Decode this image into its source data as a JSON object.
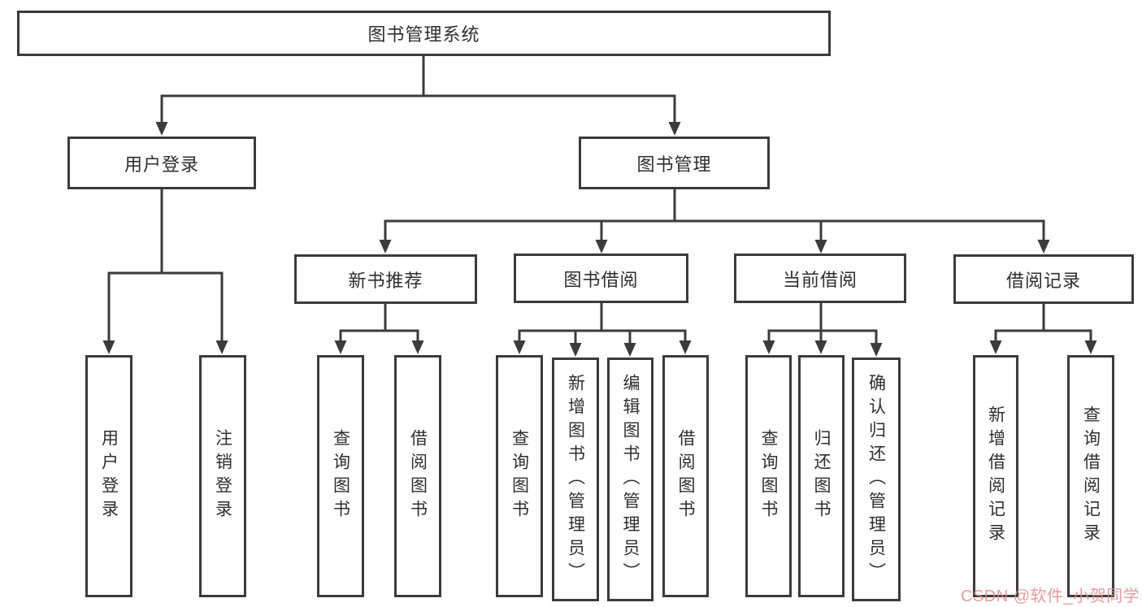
{
  "diagram": {
    "root": {
      "label": "图书管理系统"
    },
    "user_login": {
      "label": "用户登录",
      "children": [
        {
          "label": "用户登录"
        },
        {
          "label": "注销登录"
        }
      ]
    },
    "book_mgmt": {
      "label": "图书管理",
      "groups": [
        {
          "label": "新书推荐",
          "children": [
            {
              "label": "查询图书"
            },
            {
              "label": "借阅图书"
            }
          ]
        },
        {
          "label": "图书借阅",
          "children": [
            {
              "label": "查询图书"
            },
            {
              "label": "新增图书（管理员）"
            },
            {
              "label": "编辑图书（管理员）"
            },
            {
              "label": "借阅图书"
            }
          ]
        },
        {
          "label": "当前借阅",
          "children": [
            {
              "label": "查询图书"
            },
            {
              "label": "归还图书"
            },
            {
              "label": "确认归还（管理员）"
            }
          ]
        },
        {
          "label": "借阅记录",
          "children": [
            {
              "label": "新增借阅记录"
            },
            {
              "label": "查询借阅记录"
            }
          ]
        }
      ]
    }
  },
  "watermark": {
    "text": "CSDN @软件_小贺同学"
  },
  "colors": {
    "line": "#3b3b3b",
    "text": "#2e2e2e",
    "watermark": "#de8c8c",
    "background": "#ffffff"
  }
}
